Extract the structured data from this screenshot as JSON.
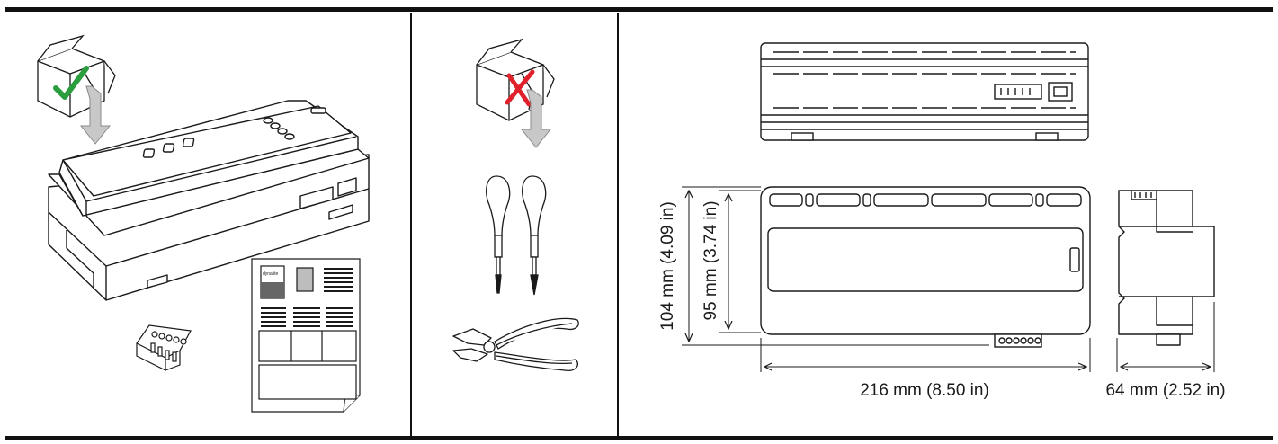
{
  "panels": {
    "contents": {
      "device": "controller-unit",
      "accessories": [
        "terminal-block-connector",
        "instruction-sheet"
      ],
      "box_status_icon": "checkmark-icon",
      "box_status_color": "#2a9d3c",
      "sheet_brand_logo": "dynalite"
    },
    "tools": {
      "box_status_icon": "cross-icon",
      "box_status_color": "#e0202a",
      "tools": [
        "flat-screwdriver",
        "phillips-screwdriver",
        "pliers"
      ]
    },
    "dimensions": {
      "height_overall": "104 mm (4.09 in)",
      "height_body": "95 mm (3.74 in)",
      "width": "216 mm (8.50 in)",
      "depth": "64 mm (2.52 in)"
    }
  },
  "colors": {
    "line": "#1a1a1a",
    "arrow_fill": "#c8c8c8",
    "check": "#2a9d3c",
    "cross": "#e0202a"
  }
}
